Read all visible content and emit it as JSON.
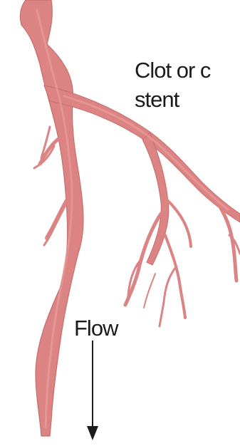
{
  "labels": {
    "clot_line": "Clot or c",
    "stent_line": "stent",
    "flow": "Flow"
  },
  "colors": {
    "vessel": "#dc8484",
    "vessel_edge": "#c86c6c",
    "vessel_highlight": "#ea9c9c",
    "text": "#1b1b1b",
    "arrow": "#1b1b1b"
  }
}
